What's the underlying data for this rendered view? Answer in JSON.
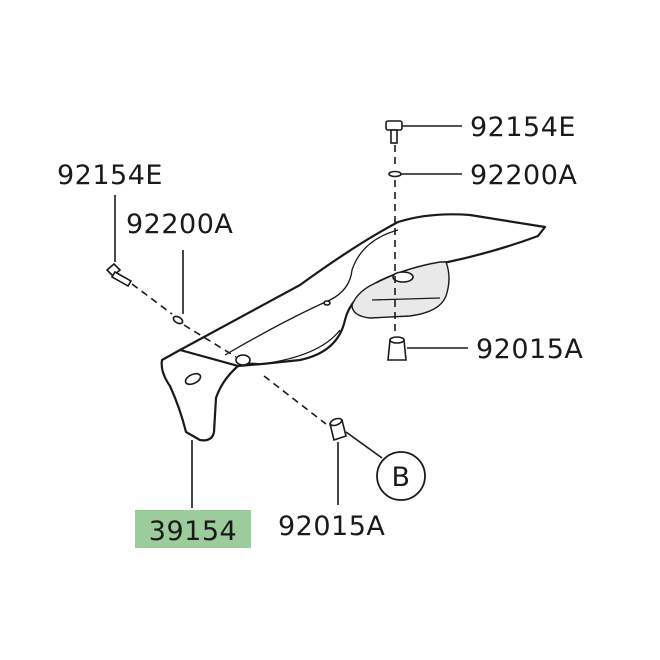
{
  "diagram": {
    "highlight_color": "#9ccc9c",
    "labels": {
      "bolt_right": "92154E",
      "washer_right": "92200A",
      "bolt_left": "92154E",
      "washer_left": "92200A",
      "nut_right": "92015A",
      "nut_bottom": "92015A",
      "main_part": "39154",
      "ref_circle": "B"
    }
  }
}
